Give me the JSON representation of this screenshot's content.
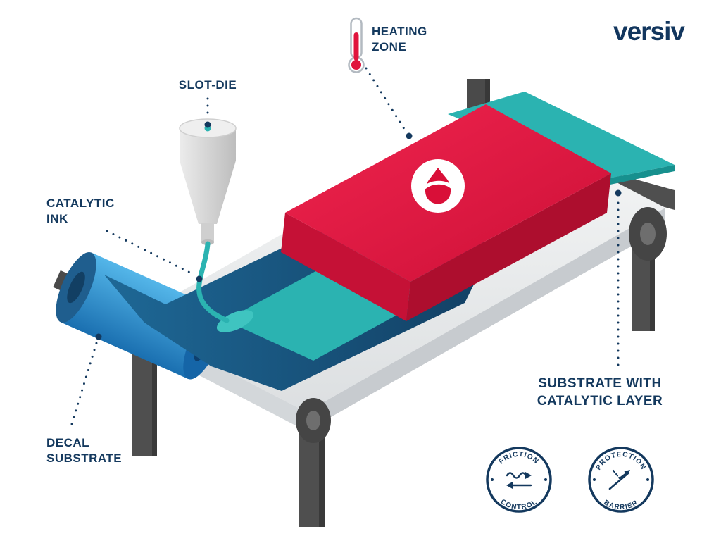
{
  "logo": {
    "brand": "versiv"
  },
  "callouts": {
    "heating_zone": {
      "line1": "HEATING",
      "line2": "ZONE"
    },
    "slot_die": {
      "label": "SLOT-DIE"
    },
    "catalytic_ink": {
      "line1": "CATALYTIC",
      "line2": "INK"
    },
    "decal_substrate": {
      "line1": "DECAL",
      "line2": "SUBSTRATE"
    },
    "substrate_catalytic": {
      "line1": "SUBSTRATE WITH",
      "line2": "CATALYTIC LAYER"
    }
  },
  "badges": [
    {
      "id": "friction-control",
      "top_text": "FRICTION",
      "bottom_text": "CONTROL"
    },
    {
      "id": "protection-barrier",
      "top_text": "PROTECTION",
      "bottom_text": "BARRIER"
    }
  ],
  "colors": {
    "navy": "#14395E",
    "red": "#E0143C",
    "red_dark": "#AD0E2E",
    "teal": "#2BB3B1",
    "substrate_blue": "#17567F",
    "roller_blue": "#2D9FE0",
    "machine_gray": "#DFE2E4",
    "leg_gray": "#4A4A4A"
  }
}
